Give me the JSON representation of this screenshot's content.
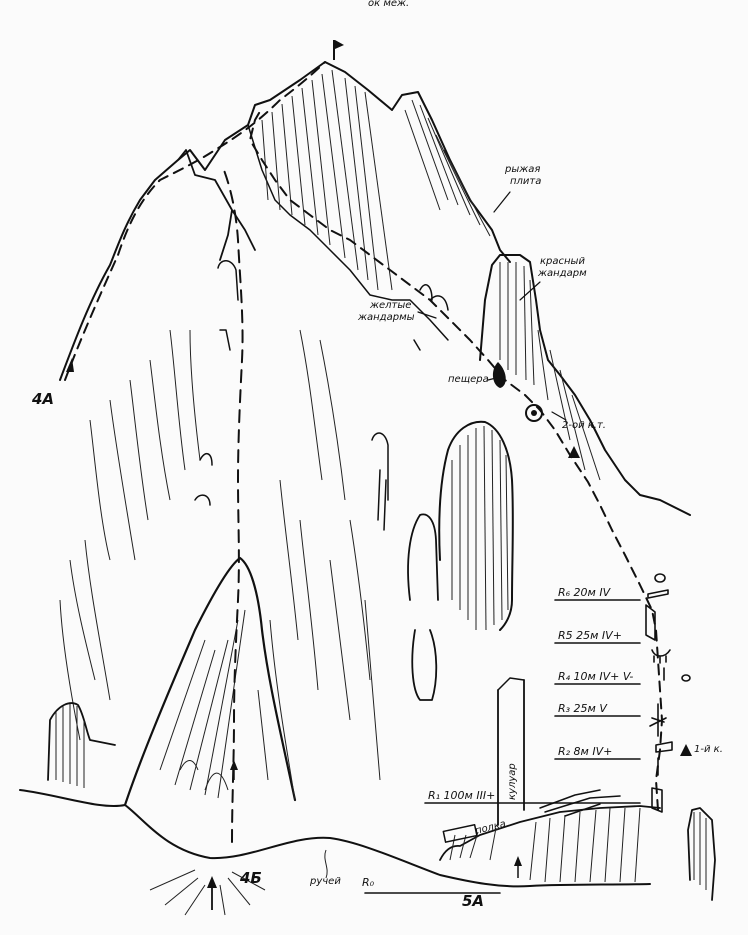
{
  "header": {
    "cut_text": "ок меж."
  },
  "labels": {
    "ryzhaya_plita": "рыжая\nплита",
    "krasny_zhandarm": "красный\nжандарм",
    "zheltye_zhandarmy": "желтые\nжандармы",
    "peshchera": "пещера",
    "ct2": "2-ой к.т.",
    "ct1": "1-й к.",
    "polka": "полка",
    "kuluar": "кулуар",
    "ruchey": "ручей",
    "r0": "R₀",
    "route_4a": "4А",
    "route_4b": "4Б",
    "route_5a": "5А"
  },
  "pitches": [
    {
      "id": "R6",
      "text": "R₆ 20м IV"
    },
    {
      "id": "R5",
      "text": "R5 25м IV+"
    },
    {
      "id": "R4",
      "text": "R₄ 10м IV+ V-"
    },
    {
      "id": "R3",
      "text": "R₃ 25м V"
    },
    {
      "id": "R2",
      "text": "R₂ 8м IV+"
    },
    {
      "id": "R1",
      "text": "R₁ 100м III+"
    }
  ]
}
